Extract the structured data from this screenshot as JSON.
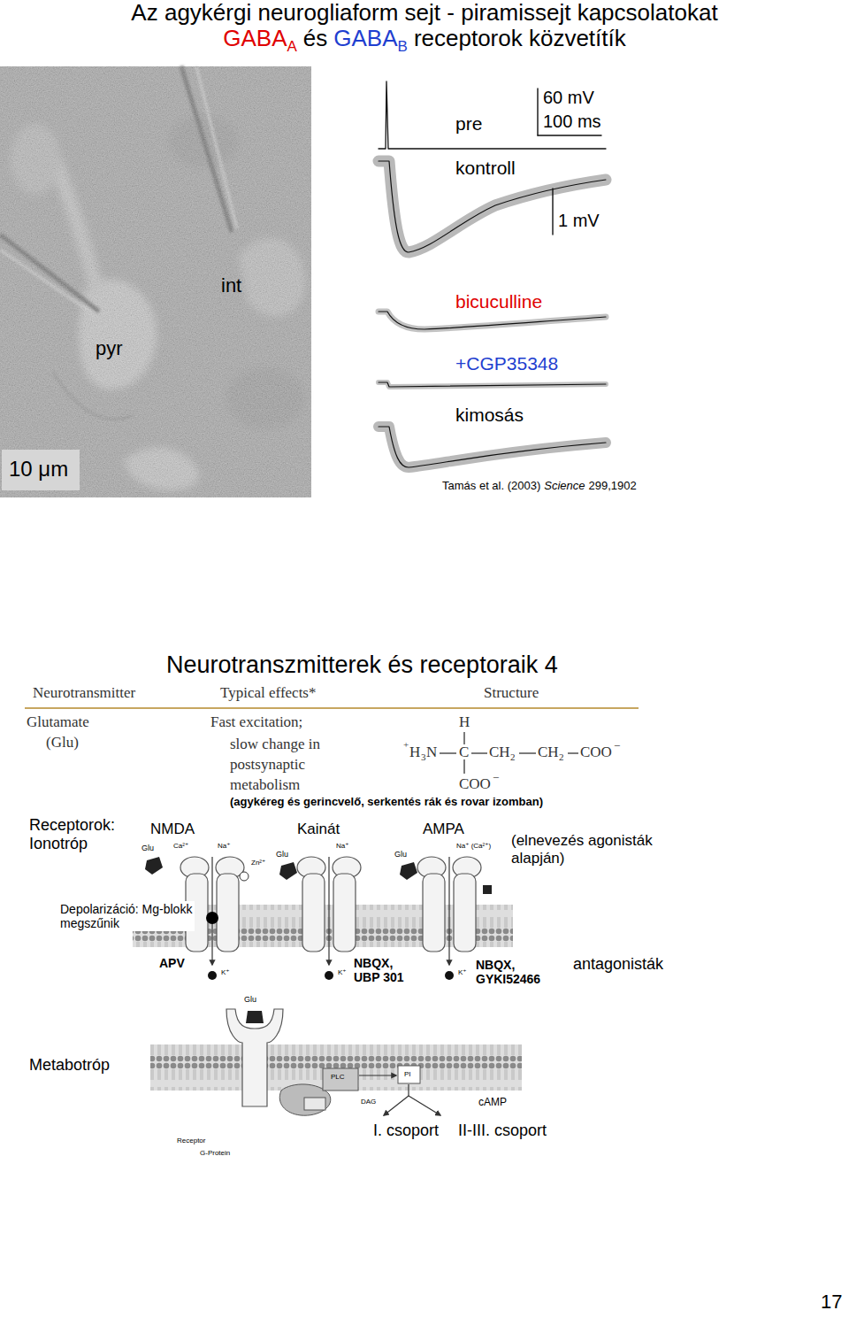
{
  "diagram": {
    "title": "Az agykérgi neurogliaform sejt - piramissejt kapcsolatokat",
    "labels": [
      "GABA",
      "A",
      "és",
      "GABA",
      "B",
      "receptorok közvetítík",
      "int",
      "pyr",
      "10 μm",
      "pre",
      "60 mV",
      "100 ms",
      "kontroll",
      "1 mV",
      "bicuculline",
      "+CGP35348",
      "kimosás",
      "Tamás et al. (2003)",
      "Science",
      "299,1902",
      "Neurotranszmitterek és receptoraik 4",
      "Neurotransmitter",
      "Typical effects*",
      "Structure",
      "Glutamate",
      "(Glu)",
      "Fast excitation;",
      "slow change in postsynaptic metabolism",
      "H",
      "+",
      "H",
      "3",
      "N",
      "C",
      "CH",
      "2",
      "CH",
      "2",
      "COO",
      "−",
      "COO",
      "−",
      "(agykéreg és gerincvelő, serkentés rák és rovar izomban)",
      "Receptorok: Ionotróp",
      "NMDA",
      "Kainát",
      "AMPA",
      "(elnevezés agonisták alapján)",
      "Glu",
      "Ca²⁺",
      "Na⁺",
      "Zn²⁺",
      "Glu",
      "Na⁺",
      "Glu",
      "Na⁺ (Ca²⁺)",
      "Depolarizáció: Mg-blokk megszűnik",
      "K⁺",
      "K⁺",
      "K⁺",
      "APV",
      "NBQX, UBP 301",
      "NBQX, GYKI52466",
      "antagonisták",
      "Glu",
      "Metabotróp",
      "PLC",
      "PI",
      "DAG",
      "cAMP",
      "I. csoport",
      "II-III. csoport",
      "Receptor",
      "G-Protein",
      "17"
    ]
  }
}
